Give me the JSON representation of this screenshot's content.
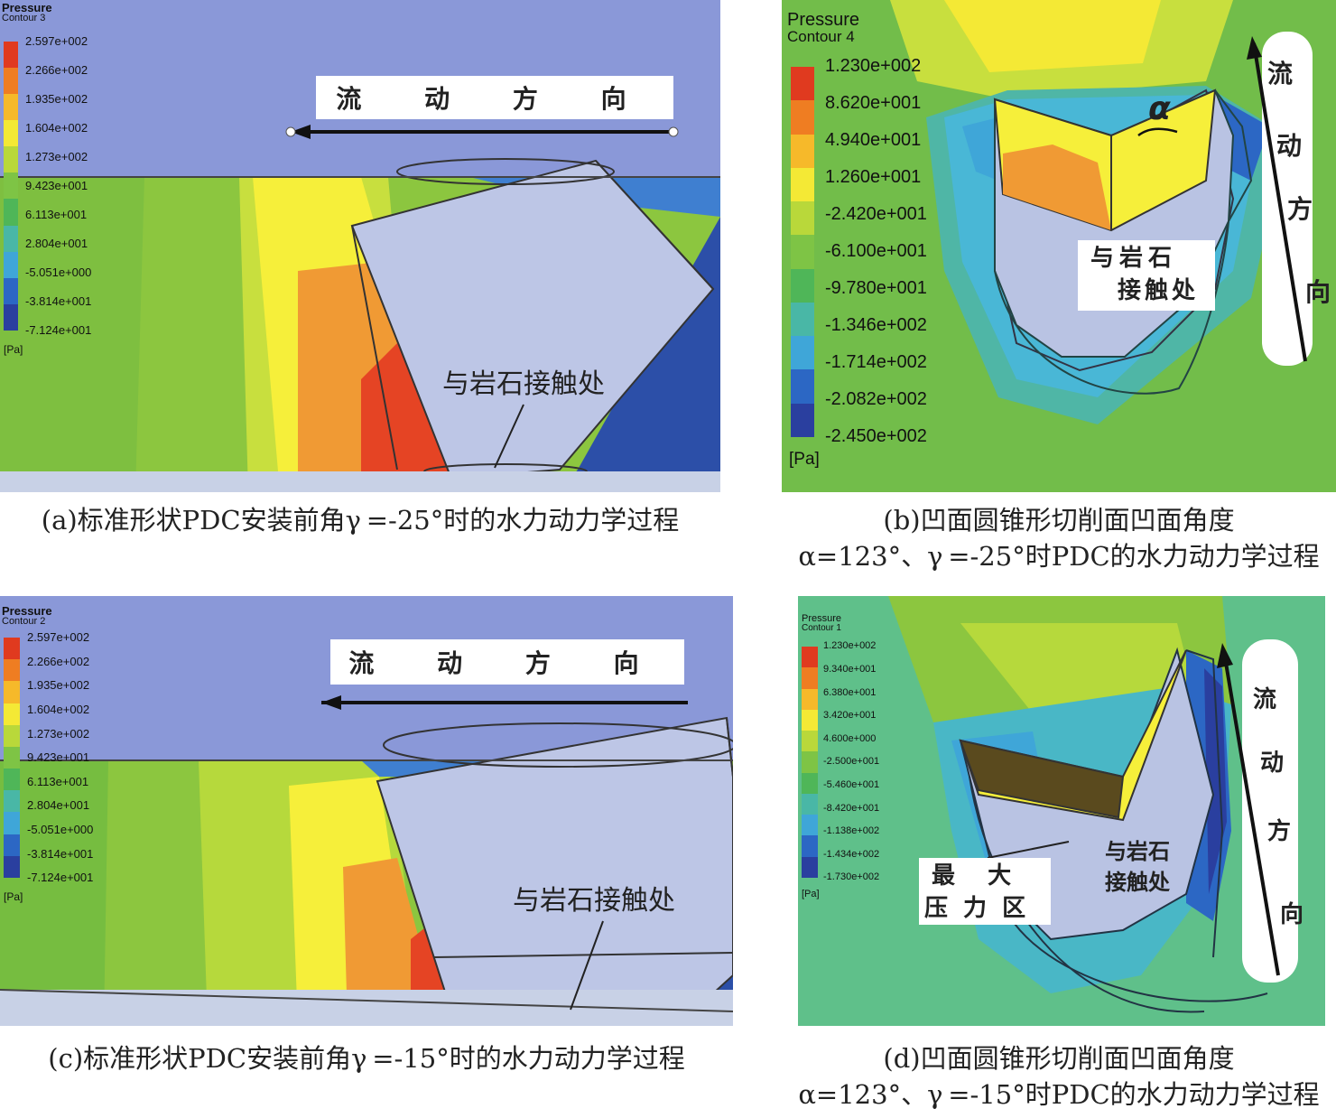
{
  "panels": {
    "a": {
      "legend": {
        "title": "Pressure",
        "subtitle": "Contour 3",
        "ticks": [
          "2.597e+002",
          "2.266e+002",
          "1.935e+002",
          "1.604e+002",
          "1.273e+002",
          "9.423e+001",
          "6.113e+001",
          "2.804e+001",
          "-5.051e+000",
          "-3.814e+001",
          "-7.124e+001"
        ],
        "unit": "[Pa]"
      },
      "flow_label": "流 动 方 向",
      "contact_label": "与岩石接触处",
      "caption": "(a)标准形状PDC安装前角γ =-25°时的水力动力学过程"
    },
    "b": {
      "legend": {
        "title": "Pressure",
        "subtitle": "Contour 4",
        "ticks": [
          "1.230e+002",
          "8.620e+001",
          "4.940e+001",
          "1.260e+001",
          "-2.420e+001",
          "-6.100e+001",
          "-9.780e+001",
          "-1.346e+002",
          "-1.714e+002",
          "-2.082e+002",
          "-2.450e+002"
        ],
        "unit": "[Pa]"
      },
      "flow_chars": [
        "流",
        "动",
        "方",
        "向"
      ],
      "angle_label": "α",
      "contact_line1": "与岩石",
      "contact_line2": "接触处",
      "caption_line1": "(b)凹面圆锥形切削面凹面角度",
      "caption_line2": "α=123°、γ =-25°时PDC的水力动力学过程"
    },
    "c": {
      "legend": {
        "title": "Pressure",
        "subtitle": "Contour 2",
        "ticks": [
          "2.597e+002",
          "2.266e+002",
          "1.935e+002",
          "1.604e+002",
          "1.273e+002",
          "9.423e+001",
          "6.113e+001",
          "2.804e+001",
          "-5.051e+000",
          "-3.814e+001",
          "-7.124e+001"
        ],
        "unit": "[Pa]"
      },
      "flow_label": "流 动 方 向",
      "contact_label": "与岩石接触处",
      "caption": "(c)标准形状PDC安装前角γ =-15°时的水力动力学过程"
    },
    "d": {
      "legend": {
        "title": "Pressure",
        "subtitle": "Contour 1",
        "ticks": [
          "1.230e+002",
          "9.340e+001",
          "6.380e+001",
          "3.420e+001",
          "4.600e+000",
          "-2.500e+001",
          "-5.460e+001",
          "-8.420e+001",
          "-1.138e+002",
          "-1.434e+002",
          "-1.730e+002"
        ],
        "unit": "[Pa]"
      },
      "flow_chars": [
        "流",
        "动",
        "方",
        "向"
      ],
      "max_line1": "最  大",
      "max_line2": "压 力 区",
      "contact_line1": "与岩石",
      "contact_line2": "接触处",
      "caption_line1": "(d)凹面圆锥形切削面凹面角度",
      "caption_line2": "α=123°、γ =-15°时PDC的水力动力学过程"
    }
  },
  "colors": {
    "legend_scale": [
      "#e03a1f",
      "#ef7d22",
      "#f6b92a",
      "#f4e935",
      "#b9d83a",
      "#7ec445",
      "#4fb658",
      "#49b7a6",
      "#3fa6d8",
      "#2c67c4",
      "#2a3f9f"
    ],
    "bg_blue": "#8393d6",
    "green": "#8cc63f",
    "yellow": "#f6ef3a",
    "orange": "#f09a34",
    "red": "#e54424",
    "blue_dark": "#2c4fa8",
    "cutter": "#b9c3e3"
  }
}
